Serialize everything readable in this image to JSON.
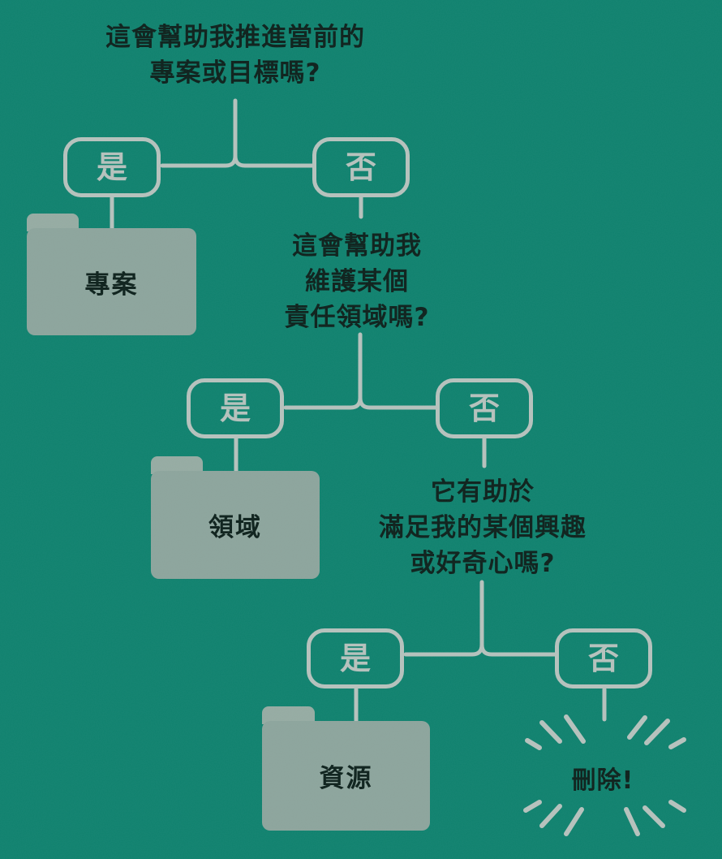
{
  "colors": {
    "background": "#0f816e",
    "connector_gray": "#b5c1bc",
    "text_dark": "#0d211c",
    "folder_fill": "#8ca49c",
    "folder_tab_fill": "#95aba2"
  },
  "flowchart": {
    "yes_label": "是",
    "no_label": "否",
    "questions": [
      {
        "lines": [
          "這會幫助我推進當前的",
          "專案或目標嗎?"
        ]
      },
      {
        "lines": [
          "這會幫助我",
          "維護某個",
          "責任領域嗎?"
        ]
      },
      {
        "lines": [
          "它有助於",
          "滿足我的某個興趣",
          "或好奇心嗎?"
        ]
      }
    ],
    "folders": [
      {
        "label": "專案"
      },
      {
        "label": "領域"
      },
      {
        "label": "資源"
      }
    ],
    "delete_label": "刪除!"
  }
}
